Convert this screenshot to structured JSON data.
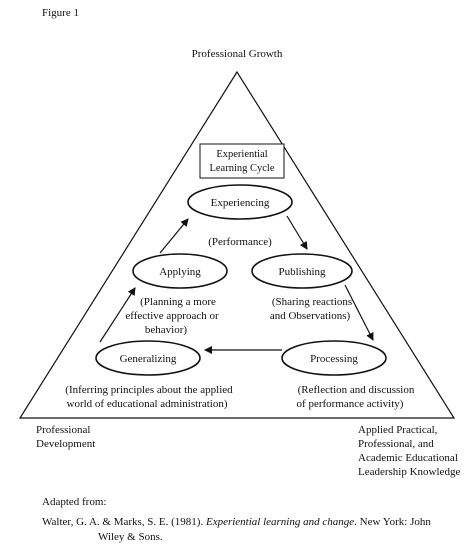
{
  "figure_label": "Figure 1",
  "apex_label": "Professional Growth",
  "title_box": {
    "line1": "Experiential",
    "line2": "Learning Cycle"
  },
  "nodes": {
    "experiencing": "Experiencing",
    "publishing": "Publishing",
    "processing": "Processing",
    "generalizing": "Generalizing",
    "applying": "Applying"
  },
  "annotations": {
    "performance": "(Performance)",
    "publishing_note": [
      "(Sharing reactions",
      "and Observations)"
    ],
    "processing_note": [
      "(Reflection and discussion",
      "of performance activity)"
    ],
    "generalizing_note": [
      "(Inferring principles about the applied",
      "world of educational administration)"
    ],
    "applying_note": [
      "(Planning a more",
      "effective approach or",
      "behavior)"
    ]
  },
  "bottom_left_label": [
    "Professional",
    "Development"
  ],
  "bottom_right_label": [
    "Applied Practical,",
    "Professional, and",
    "Academic Educational",
    "Leadership Knowledge"
  ],
  "source": {
    "adapted": "Adapted from:",
    "citation_prefix": "Walter, G. A. & Marks, S. E. (1981). ",
    "citation_title": "Experiential learning and change",
    "citation_suffix": ". New York: John",
    "citation_line2": "Wiley & Sons."
  }
}
